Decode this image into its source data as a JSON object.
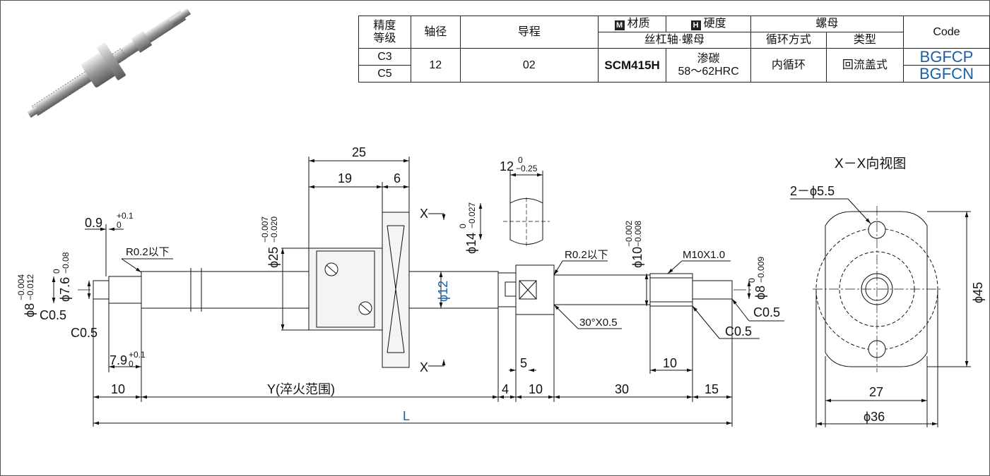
{
  "table": {
    "h_precision_1": "精度",
    "h_precision_2": "等级",
    "h_shaft": "轴径",
    "h_lead": "导程",
    "h_material_badge": "M",
    "h_material": "材质",
    "h_hardness_badge": "H",
    "h_hardness": "硬度",
    "h_nut": "螺母",
    "h_code": "Code",
    "h_material_sub": "丝杠轴·螺母",
    "h_circulation": "循环方式",
    "h_type": "类型",
    "row1_precision": "C3",
    "row2_precision": "C5",
    "shaft_dia": "12",
    "lead": "02",
    "material": "SCM415H",
    "hardness_1": "渗碳",
    "hardness_2": "58～62HRC",
    "circulation": "内循环",
    "nut_type": "回流盖式",
    "code_1": "BGFCP",
    "code_2": "BGFCN"
  },
  "drawing": {
    "d25": "25",
    "d19": "19",
    "d6": "6",
    "flat": "12",
    "flat_tol_top": "0",
    "flat_tol_bot": "−0.25",
    "phi14": "ϕ14",
    "phi14_tol_top": "0",
    "phi14_tol_bot": "−0.027",
    "phi25": "ϕ25",
    "phi25_tol_top": "−0.007",
    "phi25_tol_bot": "−0.020",
    "phi10": "ϕ10",
    "phi10_tol_top": "−0.002",
    "phi10_tol_bot": "−0.008",
    "phi8r": "ϕ8",
    "phi8r_tol_top": "0",
    "phi8r_tol_bot": "−0.009",
    "phi8l": "ϕ8",
    "phi8l_tol_top": "−0.004",
    "phi8l_tol_bot": "−0.012",
    "phi76": "ϕ7.6",
    "phi76_tol_top": "0",
    "phi76_tol_bot": "−0.08",
    "d09": "0.9",
    "d09_tol_top": "+0.1",
    "d09_tol_bot": "0",
    "d79": "7.9",
    "d79_tol_top": "+0.1",
    "d79_tol_bot": "0",
    "r02_left": "R0.2以下",
    "r02_right": "R0.2以下",
    "thread": "M10X1.0",
    "c05_a": "C0.5",
    "c05_b": "C0.5",
    "c05_c": "C0.5",
    "c05_d": "C0.5",
    "chamfer30": "30°X0.5",
    "phi12": "ϕ12",
    "x_top": "X",
    "x_bot": "X",
    "d5": "5",
    "d10r": "10",
    "d10a": "10",
    "y_label": "Y(淬火范围)",
    "d4": "4",
    "d10b": "10",
    "d30": "30",
    "d15": "15",
    "l_label": "L",
    "view_title": "X－X向视图",
    "holes": "2－ϕ5.5",
    "d45": "ϕ45",
    "d27": "27",
    "d36": "ϕ36"
  },
  "colors": {
    "blue_text": "#1a5fa5",
    "line": "#111111",
    "part_fill": "#e6e6e6"
  }
}
